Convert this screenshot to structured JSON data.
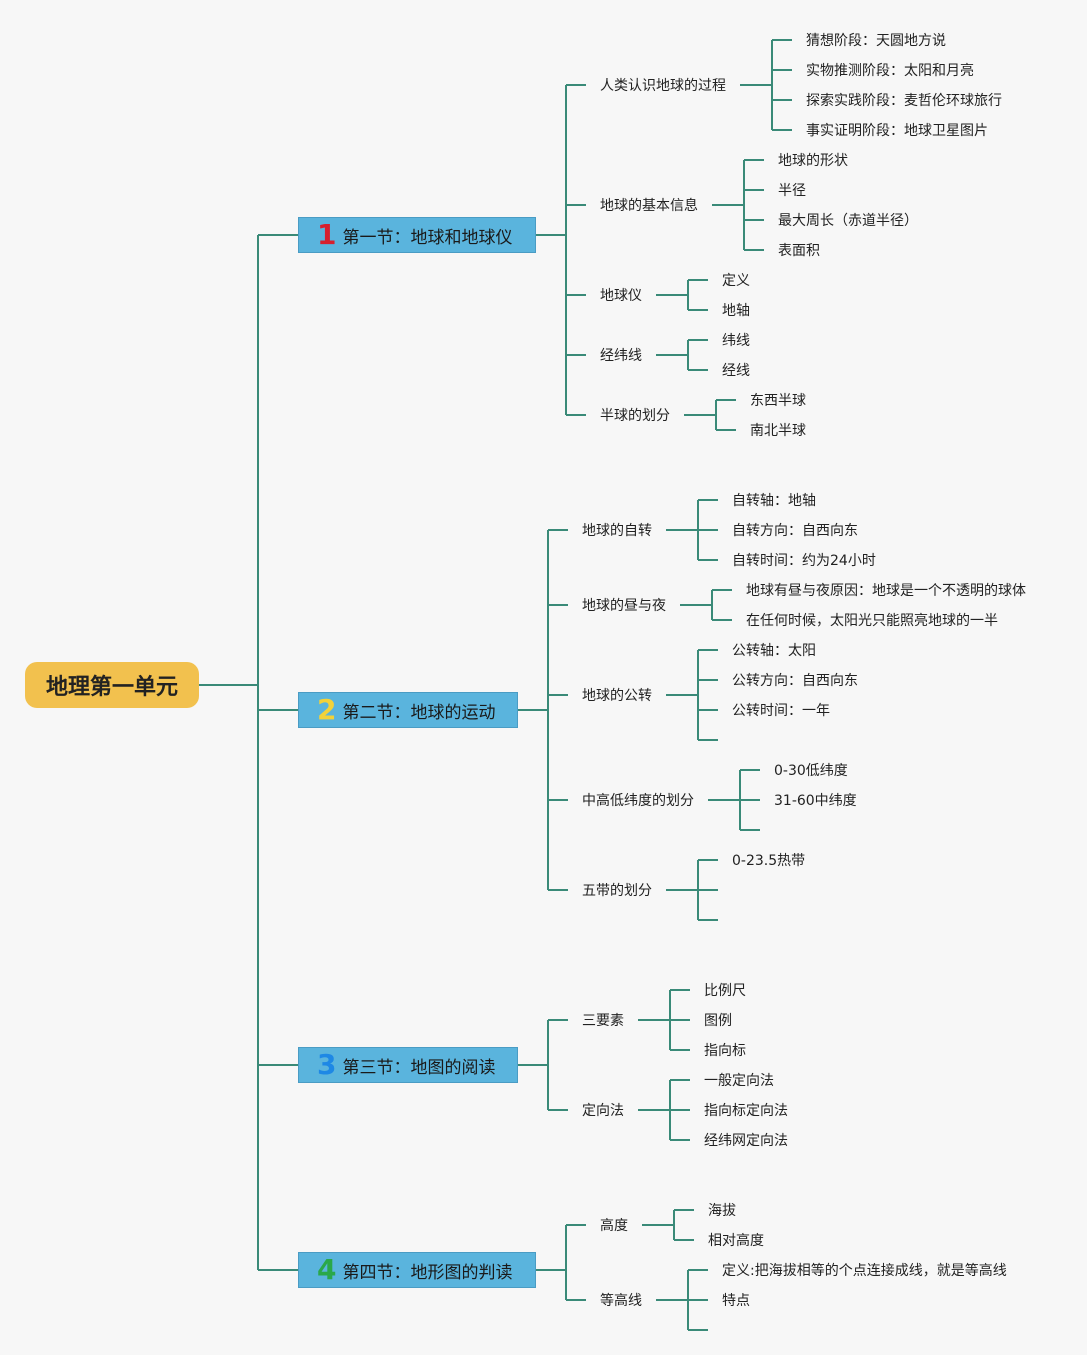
{
  "root": {
    "label": "地理第一单元"
  },
  "sections": [
    {
      "num": "1",
      "num_color": "#d6202e",
      "title": "第一节：地球和地球仪",
      "topics": [
        {
          "label": "人类认识地球的过程",
          "items": [
            "猜想阶段：天圆地方说",
            "实物推测阶段：太阳和月亮",
            "探索实践阶段：麦哲伦环球旅行",
            "事实证明阶段：地球卫星图片"
          ]
        },
        {
          "label": "地球的基本信息",
          "items": [
            "地球的形状",
            "半径",
            "最大周长（赤道半径）",
            "表面积"
          ]
        },
        {
          "label": "地球仪",
          "items": [
            "定义",
            "地轴"
          ]
        },
        {
          "label": "经纬线",
          "items": [
            "纬线",
            "经线"
          ]
        },
        {
          "label": "半球的划分",
          "items": [
            "东西半球",
            "南北半球"
          ]
        }
      ]
    },
    {
      "num": "2",
      "num_color": "#f2d23a",
      "title": "第二节：地球的运动",
      "topics": [
        {
          "label": "地球的自转",
          "items": [
            "自转轴：地轴",
            "自转方向：自西向东",
            "自转时间：约为24小时"
          ]
        },
        {
          "label": "地球的昼与夜",
          "items": [
            "地球有昼与夜原因：地球是一个不透明的球体",
            "在任何时候，太阳光只能照亮地球的一半"
          ]
        },
        {
          "label": "地球的公转",
          "items": [
            "公转轴：太阳",
            "公转方向：自西向东",
            "公转时间：一年",
            ""
          ]
        },
        {
          "label": "中高低纬度的划分",
          "items": [
            "0-30低纬度",
            "31-60中纬度",
            ""
          ]
        },
        {
          "label": "五带的划分",
          "items": [
            "0-23.5热带",
            "",
            ""
          ]
        }
      ]
    },
    {
      "num": "3",
      "num_color": "#1e88e5",
      "title": "第三节：地图的阅读",
      "topics": [
        {
          "label": "三要素",
          "items": [
            "比例尺",
            "图例",
            "指向标"
          ]
        },
        {
          "label": "定向法",
          "items": [
            "一般定向法",
            "指向标定向法",
            "经纬网定向法"
          ]
        }
      ]
    },
    {
      "num": "4",
      "num_color": "#2aa84a",
      "title": "第四节：地形图的判读",
      "topics": [
        {
          "label": "高度",
          "items": [
            "海拔",
            "相对高度"
          ]
        },
        {
          "label": "等高线",
          "items": [
            "定义:把海拔相等的个点连接成线，就是等高线",
            "特点",
            ""
          ]
        }
      ]
    }
  ],
  "colors": {
    "line": "#3a8a78",
    "root_bg": "#f2c14e",
    "section_bg": "#5ab4dd"
  }
}
